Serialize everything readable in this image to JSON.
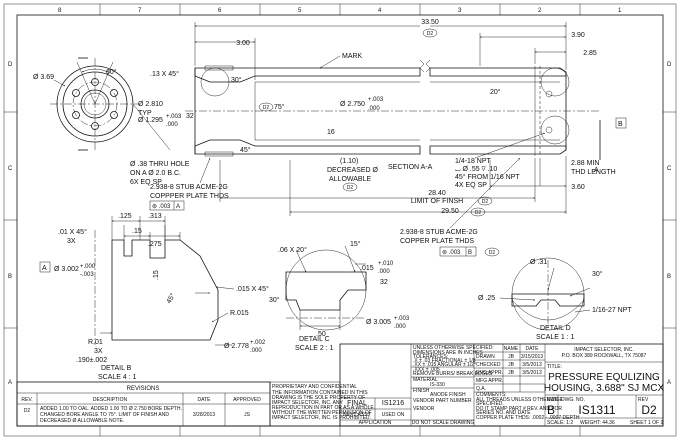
{
  "border": {
    "columns": [
      "8",
      "7",
      "6",
      "5",
      "4",
      "3",
      "2",
      "1"
    ],
    "rows": [
      "D",
      "C",
      "B",
      "A"
    ]
  },
  "main_view": {
    "dims": {
      "overall_len": "33.50",
      "d2_overall": "D2",
      "len_300": "3.00",
      "len_390": "3.90",
      "len_285": "2.85",
      "len_288": "2.88 MIN",
      "thd_len": "THD LENGTH",
      "len_360": "3.60",
      "len_2840": "28.40",
      "limit_finish": "LIMIT OF FINSH",
      "d2_limit": "D2",
      "len_2950": "29.50",
      "d2_2950": "D2",
      "len_16": "16",
      "chamfer_13": ".13 X 45°",
      "ang_30": "30°",
      "ang_75": "75°",
      "d2_75": "D2",
      "ang_45": "45°",
      "ang_20": "20°",
      "dia_2750": "Ø 2.750",
      "tol_2750_up": "+.003",
      "tol_2750_dn": ".000",
      "dia_2810": "Ø 2.810",
      "typ": "TYP",
      "dia_1295": "Ø 1.295",
      "tol_1295_up": "+.003",
      "tol_1295_dn": ".000",
      "d32": "32",
      "mark": "MARK",
      "dec_val": "(1.10)",
      "dec_1": "DECREASED Ø",
      "dec_2": "ALLOWABLE",
      "d2_dec": "D2",
      "section_aa": "SECTION A-A",
      "npt_1": "1/4-18 NPT",
      "npt_2": "⌴ Ø .55 ⊽ .10",
      "npt_3": "45° FROM 1/16 NPT",
      "npt_4": "4X EQ SP",
      "acme_1": "2.938-8 STUB ACME-2G",
      "acme_2": "COPPPER PLATE THDS",
      "fcf_l_tol": "⊚ .003",
      "fcf_l_datum": "A",
      "acme_r1": "2.938-8 STUB ACME-2G",
      "acme_r2": "COPPER PLATE THDS",
      "fcf_r_tol": "⊚ .003",
      "fcf_r_datum": "B",
      "d2_right": "D2",
      "datum_b": "B",
      "sect_a": "A"
    }
  },
  "end_view": {
    "dia_369": "Ø 3.69",
    "ang_60": "60°",
    "hole_1": "Ø .38 THRU HOLE",
    "hole_2": "ON A Ø 2.0 B.C.",
    "hole_3": "6X EQ SP"
  },
  "detail_b": {
    "dim_01": ".01 X 45°",
    "dim_3x": "3X",
    "dim_125": ".125",
    "dim_313": ".313",
    "dim_15": ".15",
    "dim_275": ".275",
    "dim_15b": ".15",
    "dim_45": "45°",
    "datum_a": "A",
    "dia_3002": "Ø 3.002",
    "tol_3002_up": "+.000",
    "tol_3002_dn": "-.003",
    "ch_015": ".015 X 45°",
    "r_015": "R.015",
    "r_01": "R.01",
    "r_3x": "3X",
    "d_190": ".190±.002",
    "dia_2778": "Ø 2.778",
    "tol_2778_up": "+.002",
    "tol_2778_dn": ".000",
    "title": "DETAIL B",
    "scale": "SCALE 4 : 1"
  },
  "detail_c": {
    "dim_06": ".06 X 20°",
    "ang_15": "15°",
    "dim_015": ".015",
    "tol_015_up": "+.010",
    "tol_015_dn": ".000",
    "d32": "32",
    "ang_30": "30°",
    "dim_50": ".50",
    "dia_3005": "Ø 3.005",
    "tol_3005_up": "+.003",
    "tol_3005_dn": ".000",
    "title": "DETAIL C",
    "scale": "SCALE 2 : 1"
  },
  "detail_d": {
    "dia_31": "Ø .31",
    "ang_30": "30°",
    "dia_25": "Ø .25",
    "npt": "1/16-27 NPT",
    "title": "DETAIL D",
    "scale": "SCALE 1 : 1"
  },
  "revisions": {
    "title": "REVISIONS",
    "headers": [
      "REV.",
      "DESCRIPTION",
      "DATE",
      "APPROVED"
    ],
    "rows": [
      {
        "rev": "D2",
        "desc_1": "ADDED 1.00 TO OAL. ADDED 1.00 TO Ø 2.750 BORE DEPTH.",
        "desc_2": "CHANGED BORE ANGLE TO 75°. LIMIT OF FINISH AND",
        "desc_3": "DECREASED Ø ALLOWABLE NOTE.",
        "date": "3/28/2013",
        "approved": "JS"
      }
    ]
  },
  "proprietary": {
    "title": "PROPRIETARY AND CONFIDENTIAL",
    "l1": "THE INFORMATION CONTAINED IN THIS",
    "l2": "DRAWING IS THE SOLE PROPERTY OF",
    "l3": "IMPACT SELECTOR, INC.  ANY",
    "l4": "REPRODUCTION IN PART OR AS A WHOLE",
    "l5": "WITHOUT THE WRITTEN PERMISSION OF",
    "l6": "IMPACT SELECTOR, INC. IS PROHIBITED."
  },
  "title_block": {
    "final": "FINAL",
    "final_no": "IS1216",
    "next_assy": "NEXT ASSY",
    "used_on": "USED ON",
    "application": "APPLICATION",
    "no_scale": "DO NOT SCALE DRAWING",
    "tol_1": "UNLESS OTHERWISE SPECIFIED:",
    "tol_2": "DIMENSIONS ARE IN INCHES",
    "tol_3": "TOLERANCES:",
    "tol_4": ".X ± .03    FRACTIONAL ± 1/8",
    "tol_5": ".XX ± .015   ANGULAR ± 1/2°",
    "tol_6": ".XXX ± .005",
    "tol_7": "REMOVE BURRS/ BREAK EDGES",
    "material_lbl": "MATERIAL",
    "material": "IS-330",
    "finish_lbl": "FINISH",
    "finish_1": "ANODE FINISH",
    "vendor": "VENDOR PART NUMBER",
    "vendor_lbl": "VENDOR",
    "comments_lbl": "COMMENTS:",
    "comments_1": "ALL THREADS UNLESS OTHERWISE",
    "comments_2": "SPECIFIED.",
    "comments_3": "DO IT STAMP PART # REV. AND FOR",
    "comments_4": "SERIES NO. AND DATE",
    "comments_5": "COPPER PLATE THDS: .0002 - .0007 DEPTH",
    "sig_headers": [
      "NAME",
      "DATE"
    ],
    "sigs": [
      {
        "role": "DRAWN",
        "name": "JB",
        "date": "3/15/2013"
      },
      {
        "role": "CHECKED",
        "name": "JB",
        "date": "3/5/2013"
      },
      {
        "role": "ENG APPR.",
        "name": "JB",
        "date": "3/5/2013"
      },
      {
        "role": "MFG APPR.",
        "name": "",
        "date": ""
      },
      {
        "role": "Q.A.",
        "name": "",
        "date": ""
      }
    ],
    "company": "IMPACT SELECTOR, INC.",
    "address": "P.O. BOX 389 ROCKWALL, TX 75087",
    "title_lbl": "TITLE:",
    "title_1": "PRESSURE EQULIZING",
    "title_2": "HOUSING, 3.688\" SJ MCX",
    "size_lbl": "SIZE",
    "size": "B",
    "dwg_lbl": "DWG.  NO.",
    "dwg_no": "IS1311",
    "rev_lbl": "REV",
    "rev": "D2",
    "scale": "SCALE: 1:2",
    "weight": "WEIGHT: 44.36",
    "sheet": "SHEET 1 OF 1"
  }
}
